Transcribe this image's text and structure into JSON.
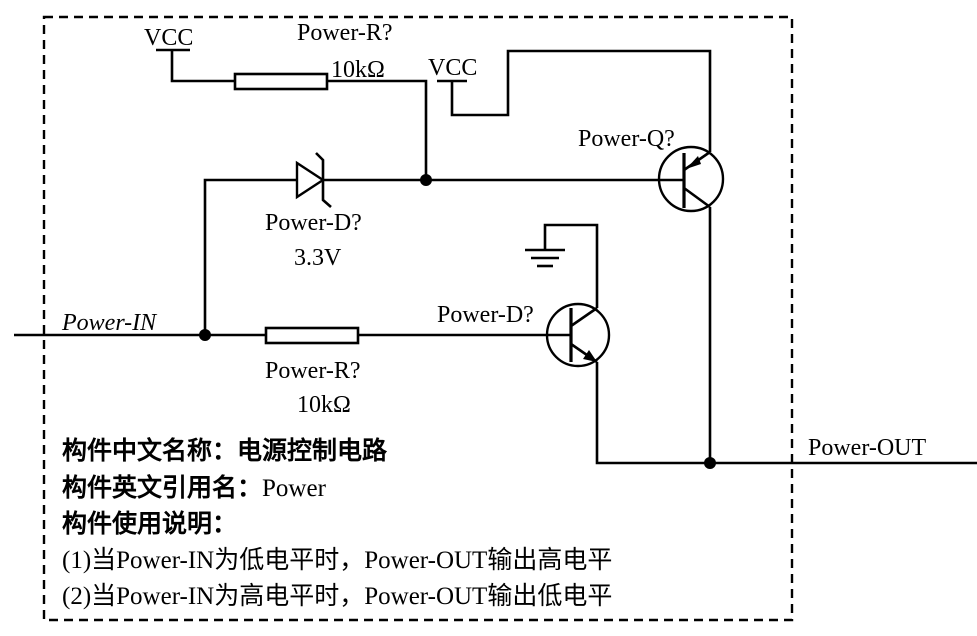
{
  "diagram": {
    "type": "circuit-schematic",
    "labels": {
      "vcc_left": "VCC",
      "vcc_right": "VCC",
      "r_top_name": "Power-R?",
      "r_top_value": "10kΩ",
      "q_top_name": "Power-Q?",
      "d_zener_name": "Power-D?",
      "d_zener_value": "3.3V",
      "q_bottom_name": "Power-D?",
      "r_bottom_name": "Power-R?",
      "r_bottom_value": "10kΩ",
      "input": "Power-IN",
      "output": "Power-OUT"
    },
    "components": [
      {
        "id": "R1",
        "kind": "resistor",
        "name": "Power-R?",
        "value": "10kΩ"
      },
      {
        "id": "R2",
        "kind": "resistor",
        "name": "Power-R?",
        "value": "10kΩ"
      },
      {
        "id": "D1",
        "kind": "zener-diode",
        "name": "Power-D?",
        "value": "3.3V"
      },
      {
        "id": "Q1",
        "kind": "pnp-transistor",
        "name": "Power-Q?"
      },
      {
        "id": "Q2",
        "kind": "npn-transistor",
        "name": "Power-D?"
      }
    ],
    "description": {
      "line1_label": "构件中文名称：",
      "line1_value": "电源控制电路",
      "line2_label": "构件英文引用名：",
      "line2_value": "Power",
      "line3": "构件使用说明：",
      "line4": "(1)当Power-IN为低电平时，Power-OUT输出高电平",
      "line5": "(2)当Power-IN为高电平时，Power-OUT输出低电平"
    }
  }
}
